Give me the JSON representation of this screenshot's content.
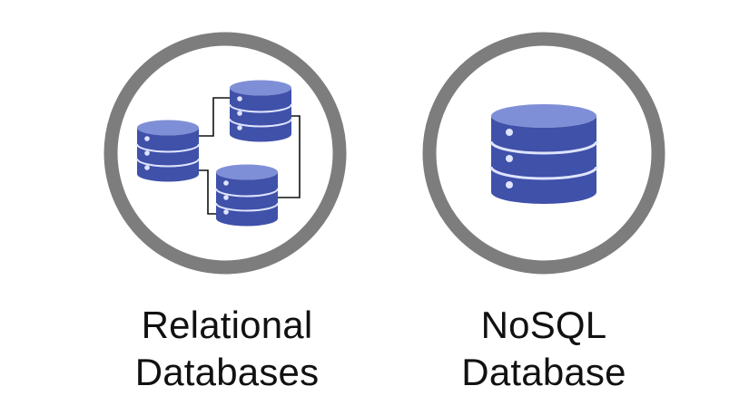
{
  "diagram": {
    "left_panel": {
      "icon": "relational-database-icon",
      "label_line_1": "Relational",
      "label_line_2": "Databases"
    },
    "right_panel": {
      "icon": "nosql-database-icon",
      "label_line_1": "NoSQL",
      "label_line_2": "Database"
    }
  },
  "colors": {
    "ring": "#7d7d7d",
    "database_top": "#7f8fd7",
    "database_body": "#3f51a9",
    "database_separator": "#dfe4ff",
    "database_dot": "#dfe4ff",
    "connector": "#111111",
    "text": "#111111"
  }
}
